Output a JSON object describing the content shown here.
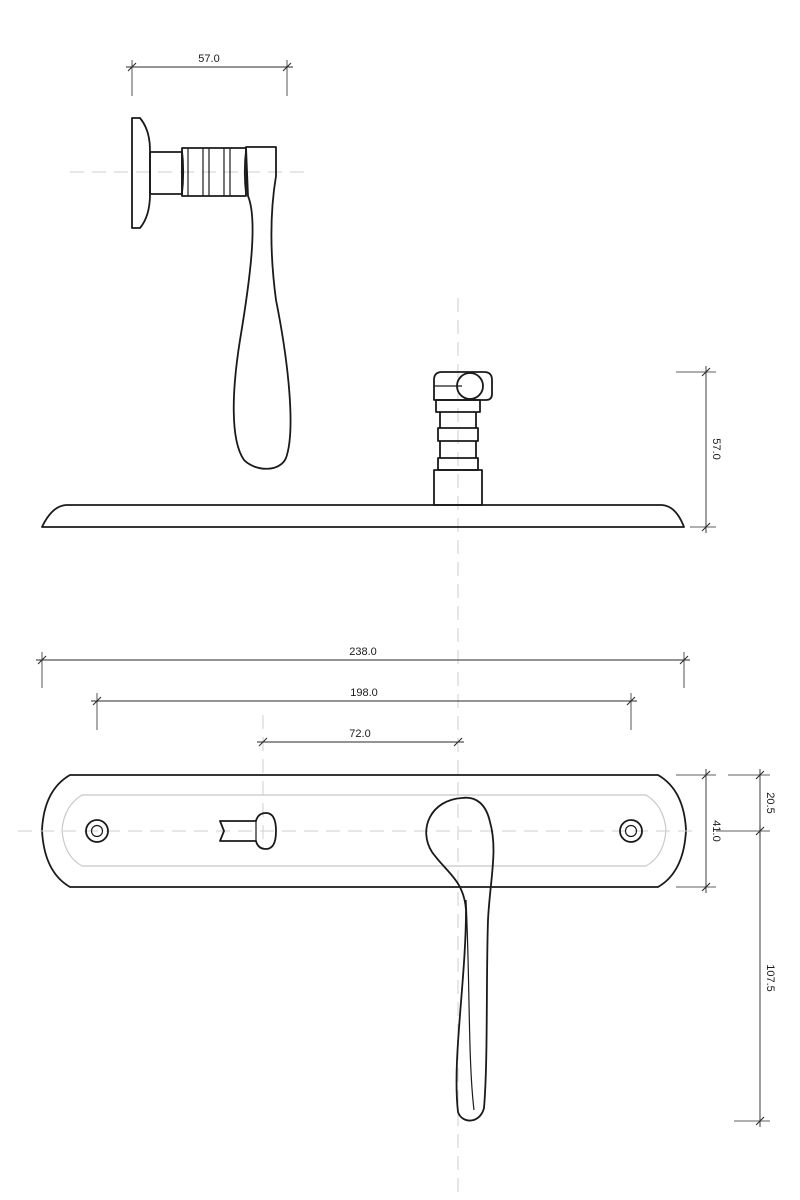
{
  "dimensions": {
    "lever_projection": "57.0",
    "rose_height": "57.0",
    "plate_length": "238.0",
    "fixing_centers": "198.0",
    "backset": "72.0",
    "plate_width": "41.0",
    "half_width": "20.5",
    "lever_length": "107.5"
  }
}
